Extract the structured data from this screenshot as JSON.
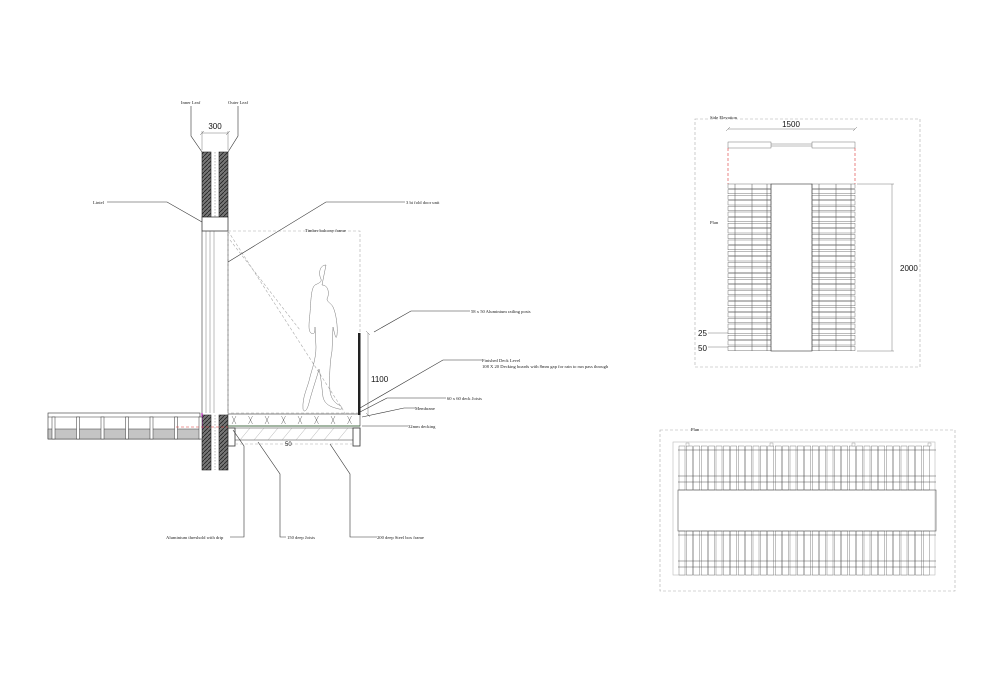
{
  "section": {
    "labels": {
      "inner_leaf": "Inner Leaf",
      "outer_leaf": "Outer Leaf",
      "lintel": "Lintel",
      "door_unit": "3 bi fold door unit",
      "timber_frame": "Timber balcony frame",
      "railing_posts": "58 x 50 Aluminium railing posts",
      "finished_deck": "Finished Deck Level",
      "decking_boards": "108 X 20 Decking boards with 8mm gap for rain to run pass through",
      "deck_joists": "60 x 60 deck Joists",
      "membrane": "Membrane",
      "decking": "32mm decking",
      "threshold": "Aluminium threshold with drip",
      "joists": "150 deep Joists",
      "steel_frame": "200 deep Steel box frame"
    },
    "dimensions": {
      "wall": "300",
      "railing": "1100",
      "frame_gap": "50"
    }
  },
  "side_elevation": {
    "title": "Side Elevation",
    "plan_label": "Plan",
    "width_dim": "1500",
    "length_dim": "2000",
    "board_dim": "25",
    "gap_dim": "50"
  },
  "plan": {
    "title": "Plan"
  },
  "colors": {
    "line": "#333333",
    "hatch": "#555555",
    "guide": "#aaaaaa",
    "red": "#dd3333"
  }
}
